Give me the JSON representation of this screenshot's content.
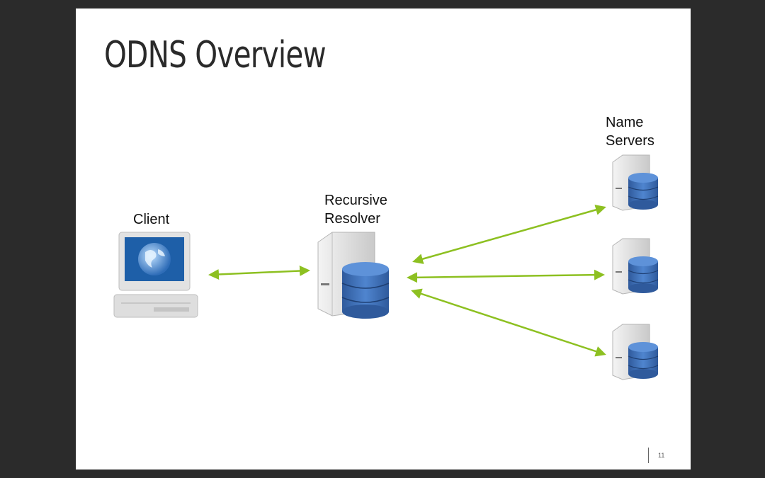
{
  "slide": {
    "title": "ODNS Overview",
    "slide_number": "11"
  },
  "nodes": {
    "client": {
      "label": "Client",
      "icon": "computer-globe-icon"
    },
    "resolver": {
      "label": "Recursive\nResolver",
      "icon": "server-database-icon"
    },
    "name_servers": {
      "label": "Name\nServers",
      "icon": "server-database-icon",
      "count": 3
    }
  },
  "connections": [
    {
      "from": "client",
      "to": "resolver",
      "direction": "bidirectional"
    },
    {
      "from": "resolver",
      "to": "name_server_1",
      "direction": "bidirectional"
    },
    {
      "from": "resolver",
      "to": "name_server_2",
      "direction": "bidirectional"
    },
    {
      "from": "resolver",
      "to": "name_server_3",
      "direction": "bidirectional"
    }
  ],
  "colors": {
    "arrow": "#8dc021",
    "database": "#3f6fb5",
    "server": "#d8d8d8",
    "background": "#2b2b2b",
    "slide": "#ffffff"
  }
}
